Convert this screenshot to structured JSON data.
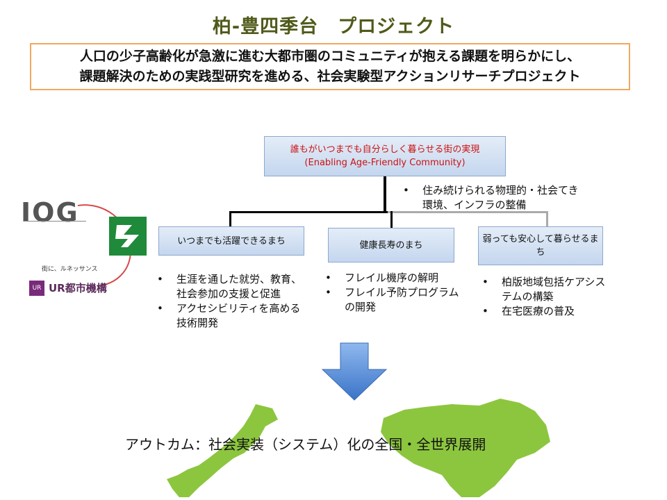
{
  "title": "柏-豊四季台　プロジェクト",
  "summary": {
    "line1": "人口の少子高齢化が急激に進む大都市圏のコミュニティが抱える課題を明らかにし、",
    "line2": "課題解決のための実践型研究を進める、社会実験型アクションリサーチプロジェクト"
  },
  "goal": {
    "ja": "誰もがいつまでも自分らしく暮らせる街の実現",
    "en": "(Enabling Age-Friendly Community)"
  },
  "side_note": "住み続けられる物理的・社会てき環境、インフラの整備",
  "pillars": [
    {
      "label": "いつまでも活躍できるまち",
      "items": [
        "生涯を通した就労、教育、社会参加の支援と促進",
        "アクセシビリティを高める技術開発"
      ]
    },
    {
      "label": "健康長寿のまち",
      "items": [
        "フレイル機序の解明",
        "フレイル予防プログラムの開発"
      ]
    },
    {
      "label": "弱っても安心して暮らせるまち",
      "items": [
        "柏版地域包括ケアシステムの構築",
        "在宅医療の普及"
      ]
    }
  ],
  "outcome": "アウトカム：社会実装（システム）化の全国・全世界展開",
  "logos": {
    "iog": "IOG",
    "partner_caption": "街に、ルネッサンス",
    "ur": "UR都市機構",
    "ur_mark": "UR"
  },
  "colors": {
    "title": "#4f5a1a",
    "summary_border": "#f0a860",
    "goal_text": "#cc1111",
    "box_fill": "#c4d6ee",
    "arrow": "#4a86d8",
    "map": "#8cc63f"
  }
}
